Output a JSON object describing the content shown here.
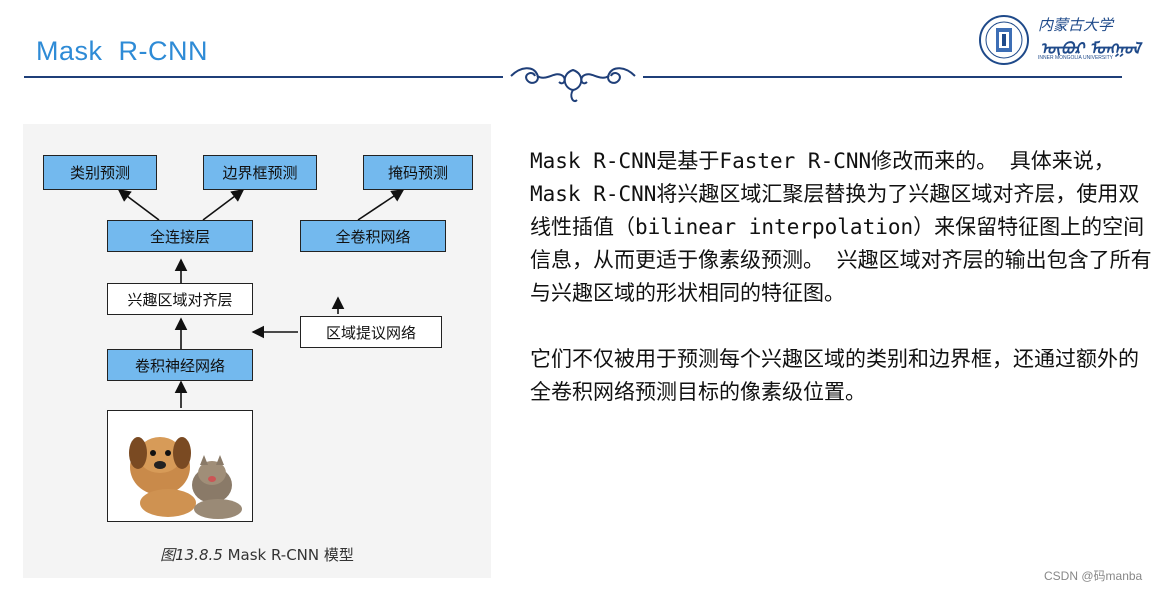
{
  "slide": {
    "title": "Mask  R-CNN",
    "logo": {
      "name_cn": "内蒙古大学",
      "name_mn": "ᠦᠪᠦᠷ ᠮᠣᠩᠭᠣᠯ",
      "name_en": "INNER MONGOLIA UNIVERSITY"
    }
  },
  "figure": {
    "nodes": {
      "class_pred": "类别预测",
      "bbox_pred": "边界框预测",
      "mask_pred": "掩码预测",
      "fc": "全连接层",
      "fcn": "全卷积网络",
      "roi_align": "兴趣区域对齐层",
      "rpn": "区域提议网络",
      "cnn": "卷积神经网络"
    },
    "caption_num": "图13.8.5",
    "caption_text": " Mask R-CNN 模型"
  },
  "body": {
    "para1": "Mask R-CNN是基于Faster R-CNN修改而来的。 具体来说，Mask R-CNN将兴趣区域汇聚层替换为了兴趣区域对齐层，使用双线性插值（bilinear interpolation）来保留特征图上的空间信息，从而更适于像素级预测。 兴趣区域对齐层的输出包含了所有与兴趣区域的形状相同的特征图。",
    "para2": "它们不仅被用于预测每个兴趣区域的类别和边界框，还通过额外的全卷积网络预测目标的像素级位置。"
  },
  "watermark": "CSDN @码manba",
  "colors": {
    "title": "#2e8bd6",
    "rule": "#1f3f79",
    "node_blue": "#73b9ee"
  }
}
